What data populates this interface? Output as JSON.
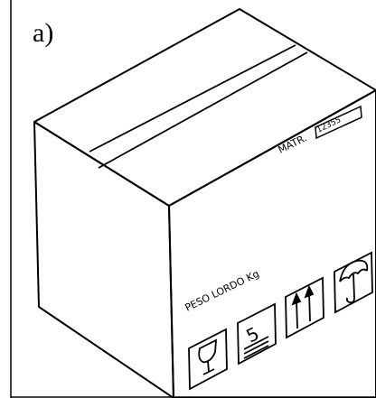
{
  "figure": {
    "panel_label": "a)",
    "box_markings": {
      "matricola_label": "MATR.",
      "matricola_value": "12355",
      "gross_weight_label": "PESO LORDO Kg",
      "stack_limit": "5"
    },
    "handling_symbols": [
      "fragile-glass-icon",
      "stack-limit-icon",
      "this-way-up-icon",
      "keep-dry-icon"
    ],
    "colors": {
      "line": "#000000",
      "background": "#ffffff"
    }
  }
}
